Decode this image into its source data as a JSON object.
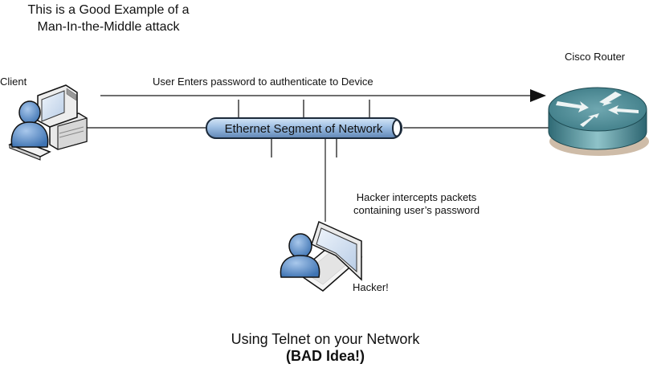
{
  "title": {
    "line1": "This is a Good Example of a",
    "line2": "Man-In-the-Middle attack"
  },
  "nodes": {
    "client": {
      "label": "Client",
      "icon": "user-workstation-icon"
    },
    "router": {
      "label": "Cisco Router",
      "icon": "router-icon"
    },
    "hacker": {
      "label": "Hacker!",
      "icon": "user-laptop-icon"
    }
  },
  "network": {
    "segment_label": "Ethernet Segment of Network"
  },
  "annotations": {
    "arrow_label": "User Enters password to authenticate to Device",
    "hacker_note_line1": "Hacker intercepts packets",
    "hacker_note_line2": "containing user’s password"
  },
  "footer": {
    "line1": "Using Telnet on your Network",
    "line2": "(BAD Idea!)"
  },
  "colors": {
    "segment_fill": "#9ebfe3",
    "segment_stroke": "#1c2a3a",
    "user_fill": "#5b8fc9",
    "router_fill": "#4f8f98",
    "line": "#3a3a3a",
    "arrow_line": "#6e6e6e"
  }
}
